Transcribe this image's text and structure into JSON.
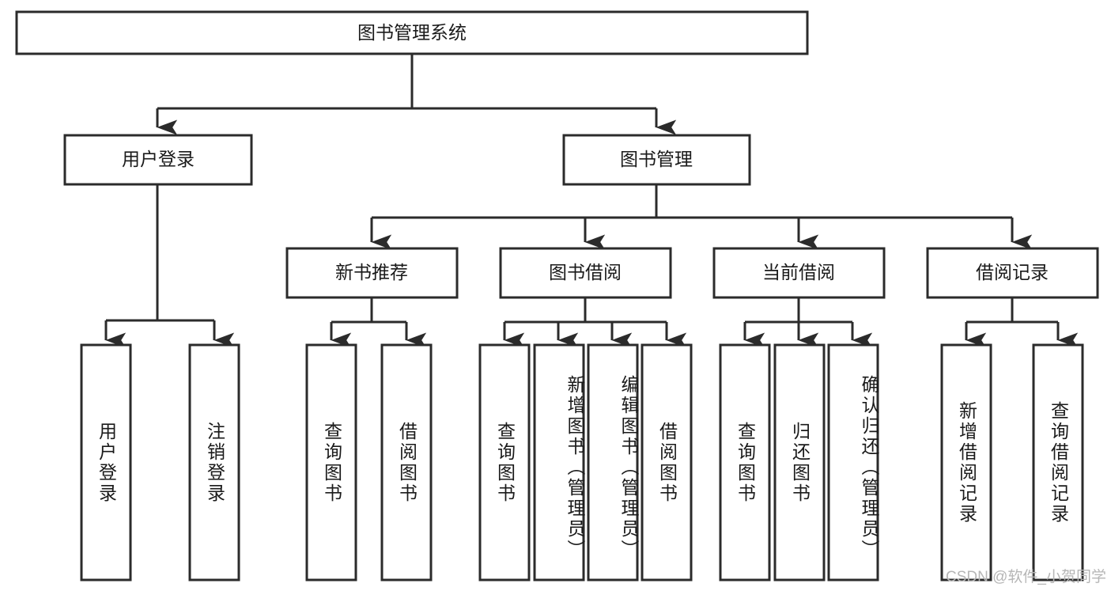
{
  "diagram": {
    "type": "tree",
    "title": "图书管理系统",
    "root": {
      "label": "图书管理系统"
    },
    "level2": [
      {
        "label": "用户登录"
      },
      {
        "label": "图书管理"
      }
    ],
    "level3": [
      {
        "label": "新书推荐"
      },
      {
        "label": "图书借阅"
      },
      {
        "label": "当前借阅"
      },
      {
        "label": "借阅记录"
      }
    ],
    "leaves": {
      "user_login": [
        {
          "label": "用户登录"
        },
        {
          "label": "注销登录"
        }
      ],
      "new_book_recommend": [
        {
          "label": "查询图书"
        },
        {
          "label": "借阅图书"
        }
      ],
      "book_borrow": [
        {
          "label": "查询图书"
        },
        {
          "label": "新增图书（管理员）"
        },
        {
          "label": "编辑图书（管理员）"
        },
        {
          "label": "借阅图书"
        }
      ],
      "current_borrow": [
        {
          "label": "查询图书"
        },
        {
          "label": "归还图书"
        },
        {
          "label": "确认归还（管理员）"
        }
      ],
      "borrow_record": [
        {
          "label": "新增借阅记录"
        },
        {
          "label": "查询借阅记录"
        }
      ]
    }
  },
  "watermark": {
    "text": "CSDN @软件_小贺同学"
  },
  "colors": {
    "stroke": "#2b2b2b",
    "fill": "#ffffff",
    "text": "#1a1a1a",
    "watermark": "#b6b6b6"
  }
}
